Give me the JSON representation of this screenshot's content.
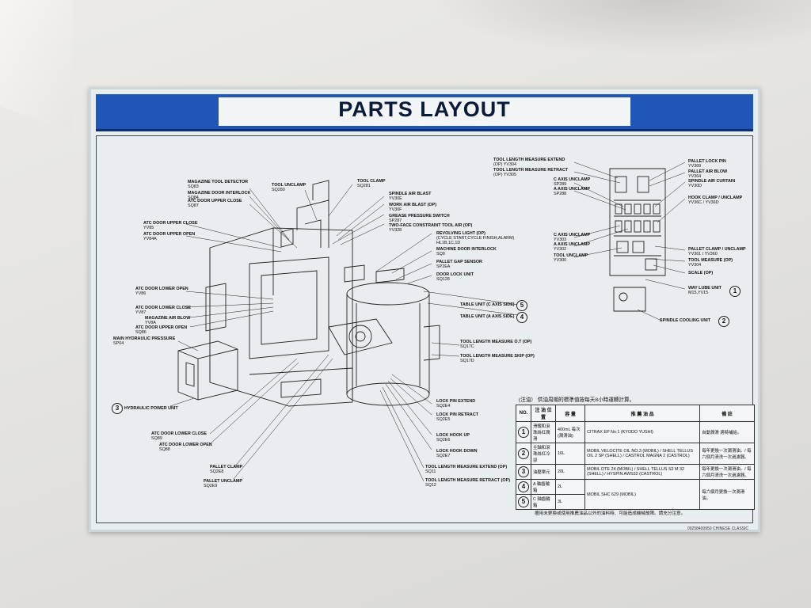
{
  "plate": {
    "title": "PARTS LAYOUT",
    "part_number": "00258400950  CHINESE CLASSIC"
  },
  "machine_labels": [
    {
      "id": "magazine-tool-detector",
      "name": "MAGAZINE TOOL DETECTOR",
      "code": "SQ83"
    },
    {
      "id": "magazine-door-interlock",
      "name": "MAGAZINE DOOR INTERLOCK",
      "code": "SQ84"
    },
    {
      "id": "atc-door-upper-close-top",
      "name": "ATC DOOR UPPER CLOSE",
      "code": "SQ87"
    },
    {
      "id": "tool-unclamp",
      "name": "TOOL UNCLAMP",
      "code": "SQ280"
    },
    {
      "id": "tool-clamp",
      "name": "TOOL CLAMP",
      "code": "SQ281"
    },
    {
      "id": "spindle-air-blast",
      "name": "SPINDLE AIR BLAST",
      "code": "YV30E"
    },
    {
      "id": "work-air-blast",
      "name": "WORK AIR BLAST (OP)",
      "code": "YV30F"
    },
    {
      "id": "grease-pressure-switch",
      "name": "GREASE PRESSURE SWITCH",
      "code": "SP287"
    },
    {
      "id": "two-face-constraint",
      "name": "TWO-FACE CONSTRAINT TOOL AIR (OP)",
      "code": "YV328"
    },
    {
      "id": "revolving-light",
      "name": "REVOLVING LIGHT (OP)",
      "code": "(CYCLE START,CYCLE FINISH,ALARM)"
    },
    {
      "id": "revolving-light-code",
      "name": "HL1B,1C,1D",
      "code": ""
    },
    {
      "id": "machine-door-interlock",
      "name": "MACHINE DOOR INTERLOCK",
      "code": "SQ9"
    },
    {
      "id": "pallet-gap-sensor",
      "name": "PALLET GAP SENSOR",
      "code": "SP2EA"
    },
    {
      "id": "door-lock-unit",
      "name": "DOOR LOCK UNIT",
      "code": "SQ128"
    },
    {
      "id": "atc-door-upper-close",
      "name": "ATC DOOR UPPER CLOSE",
      "code": "YV85"
    },
    {
      "id": "atc-door-upper-open",
      "name": "ATC DOOR UPPER OPEN",
      "code": "YV84A"
    },
    {
      "id": "atc-door-lower-open",
      "name": "ATC DOOR LOWER OPEN",
      "code": "YV86"
    },
    {
      "id": "atc-door-lower-close",
      "name": "ATC DOOR LOWER CLOSE",
      "code": "YV87"
    },
    {
      "id": "magazine-air-blow",
      "name": "MAGAZINE AIR BLOW",
      "code": "YV8A"
    },
    {
      "id": "atc-door-upper-open-2",
      "name": "ATC DOOR UPPER OPEN",
      "code": "SQ86"
    },
    {
      "id": "main-hydraulic-pressure",
      "name": "MAIN HYDRAULIC PRESSURE",
      "code": "SP04"
    },
    {
      "id": "hydraulic-power-unit",
      "name": "HYDRAULIC POWER UNIT",
      "code": ""
    },
    {
      "id": "table-unit-c",
      "name": "TABLE UNIT (C AXIS SIDE)",
      "code": ""
    },
    {
      "id": "table-unit-a",
      "name": "TABLE UNIT (A AXIS SIDE)",
      "code": ""
    },
    {
      "id": "tool-length-ot",
      "name": "TOOL LENGTH MEASURE O.T (OP)",
      "code": "SQ17C"
    },
    {
      "id": "tool-length-skip",
      "name": "TOOL LENGTH MEASURE SKIP (OP)",
      "code": "SQ17D"
    },
    {
      "id": "atc-door-lower-close-2",
      "name": "ATC DOOR LOWER CLOSE",
      "code": "SQ89"
    },
    {
      "id": "atc-door-lower-open-2",
      "name": "ATC DOOR LOWER OPEN",
      "code": "SQ88"
    },
    {
      "id": "pallet-clamp",
      "name": "PALLET CLAMP",
      "code": "SQ2E8"
    },
    {
      "id": "pallet-unclamp",
      "name": "PALLET UNCLAMP",
      "code": "SQ2E9"
    },
    {
      "id": "lock-pin-extend",
      "name": "LOCK PIN EXTEND",
      "code": "SQ2E4"
    },
    {
      "id": "lock-pin-retract",
      "name": "LOCK PIN RETRACT",
      "code": "SQ2E5"
    },
    {
      "id": "lock-hook-up",
      "name": "LOCK HOOK UP",
      "code": "SQ2E6"
    },
    {
      "id": "lock-hook-down",
      "name": "LOCK HOOK DOWN",
      "code": "SQ2E7"
    },
    {
      "id": "tool-length-extend",
      "name": "TOOL LENGTH MEASURE EXTEND (OP)",
      "code": "SQ11"
    },
    {
      "id": "tool-length-retract",
      "name": "TOOL LENGTH MEASURE RETRACT (OP)",
      "code": "SQ12"
    }
  ],
  "valve_labels": [
    {
      "id": "tl-extend",
      "name": "TOOL LENGTH MEASURE EXTEND",
      "code": "(OP) YV304"
    },
    {
      "id": "tl-retract",
      "name": "TOOL LENGTH MEASURE RETRACT",
      "code": "(OP) YV305"
    },
    {
      "id": "c-axis-unclamp-sp",
      "name": "C AXIS UNCLAMP",
      "code": "SP289"
    },
    {
      "id": "a-axis-unclamp-sp",
      "name": "A AXIS UNCLAMP",
      "code": "SP288"
    },
    {
      "id": "c-axis-unclamp-yv",
      "name": "C AXIS UNCLAMP",
      "code": "YV303"
    },
    {
      "id": "a-axis-unclamp-yv",
      "name": "A AXIS UNCLAMP",
      "code": "YV302"
    },
    {
      "id": "tool-unclamp-yv",
      "name": "TOOL UNCLAMP",
      "code": "YV300"
    },
    {
      "id": "pallet-lock-pin",
      "name": "PALLET LOCK PIN",
      "code": "YV369"
    },
    {
      "id": "pallet-air-blow",
      "name": "PALLET AIR BLOW",
      "code": "YV364"
    },
    {
      "id": "spindle-air-curtain",
      "name": "SPINDLE AIR CURTAIN",
      "code": "YV30D"
    },
    {
      "id": "hook-clamp",
      "name": "HOOK CLAMP / UNCLAMP",
      "code": "YV36C / YV36D"
    },
    {
      "id": "pallet-clamp-unclamp",
      "name": "PALLET CLAMP / UNCLAMP",
      "code": "YV361 / YV360"
    },
    {
      "id": "tool-measure-op",
      "name": "TOOL MEASURE (OP)",
      "code": "YV304"
    },
    {
      "id": "scale-op",
      "name": "SCALE (OP)",
      "code": ""
    },
    {
      "id": "way-lube-unit",
      "name": "WAY LUBE UNIT",
      "code": "M15,YV15"
    },
    {
      "id": "spindle-cooling-unit",
      "name": "SPINDLE COOLING UNIT",
      "code": ""
    }
  ],
  "circles": {
    "one": "1",
    "two": "2",
    "three": "3",
    "four": "4",
    "five": "5"
  },
  "oil_table": {
    "note": "(注油）  供油周期的標準值按每天8小時運轉計算。",
    "headers": [
      "NO.",
      "注 油 位 置",
      "容 量",
      "推 薦 油 品",
      "備 註"
    ],
    "rows": [
      {
        "no": "1",
        "location": "滑鐵和滾珠絲杠潤滑",
        "capacity": "400mL 每次 (潤滑油)",
        "oil": "CITRAX EP No.1        (KYODO YUSHI)",
        "remark": "自動潤滑 適時補給。"
      },
      {
        "no": "2",
        "location": "主軸和滾珠絲杠冷卻",
        "capacity": "16L",
        "oil": "MOBIL VELOCITE OIL NO.3  (MOBIL) / SHELL TELLUS OIL 2 SP  (SHELL) / CASTROL MAGNA 2  (CASTROL)",
        "remark": "每年更換一次潤滑油。/ 每六個月清洗一次過濾器。"
      },
      {
        "no": "3",
        "location": "油壓單元",
        "capacity": "20L",
        "oil": "MOBIL DTE 24  (MOBIL) / SHELL TELLUS S2 M 32  (SHELL) / HYSPIN AWS32  (CASTROL)",
        "remark": "每年更換一次潤滑油。/ 每六個月清洗一次過濾器。"
      },
      {
        "no": "4",
        "location": "A 軸齒輪箱",
        "capacity": "2L",
        "oil": "MOBIL SHC 629     (MOBIL)",
        "remark": "每六個月更換一次潤滑油。"
      },
      {
        "no": "5",
        "location": "C 軸齒輪箱",
        "capacity": "3L",
        "oil": "",
        "remark": ""
      }
    ],
    "footer": "擅用未更換或使用推薦油品以外的油料時、可能造成機械故障。請充分注意。"
  }
}
